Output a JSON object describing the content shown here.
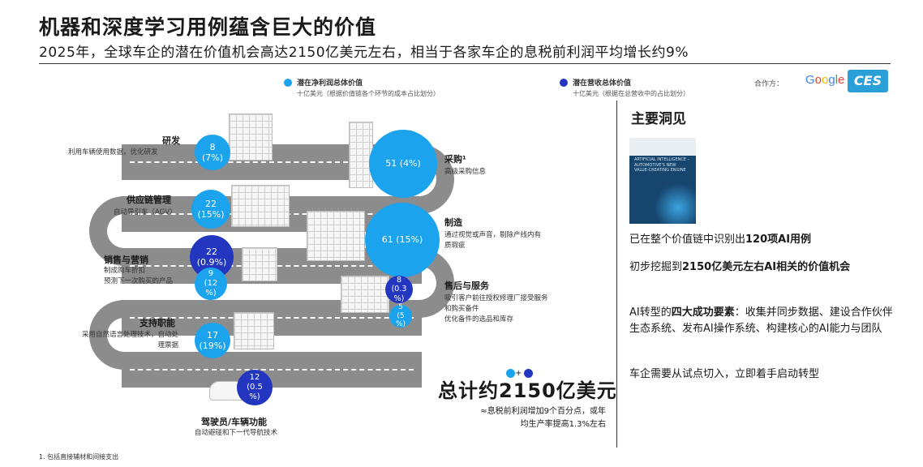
{
  "header": {
    "title": "机器和深度学习用例蕴含巨大的价值",
    "subtitle": "2025年，全球车企的潜在价值机会高达2150亿美元左右，相当于各家车企的息税前利润平均增长约9%"
  },
  "legend": {
    "potential_profit": {
      "title": "潜在净利润总体价值",
      "subtitle": "十亿美元（根据价值链各个环节的成本占比划分）",
      "color": "#1ba3ee"
    },
    "potential_revenue": {
      "title": "潜在营收总体价值",
      "subtitle": "十亿美元（根据在总营收中的占比划分）",
      "color": "#2236c0"
    },
    "partners_label": "合作方：",
    "partner_google": "Google",
    "partner_ces": "CES"
  },
  "segments": {
    "rnd": {
      "title": "研发",
      "desc": "利用车辆使用数据，优化研发",
      "profit_value": "8",
      "profit_pct": "(7%)"
    },
    "procurement": {
      "title": "采购¹",
      "desc": "高级采购信息",
      "profit_value": "51",
      "profit_pct": "(4%)"
    },
    "supply_chain": {
      "title": "供应链管理",
      "desc": "自动导引车（AGV）",
      "profit_value": "22",
      "profit_pct": "(15%)"
    },
    "manufacturing": {
      "title": "制造",
      "desc_1": "通过视觉或声音，剔除产线内有",
      "desc_2": "质瑕疵",
      "profit_value": "61",
      "profit_pct": "(15%)"
    },
    "sales": {
      "title": "销售与营销",
      "desc_1": "制成购车折扣",
      "desc_2": "预测下一次购买的产品",
      "revenue_value": "22",
      "revenue_pct": "(0.9%)",
      "profit_value": "9",
      "profit_pct_1": "(12",
      "profit_pct_2": "%)"
    },
    "after_sales": {
      "title": "售后与服务",
      "desc_1": "吸引客户前往授权修理厂接受服务",
      "desc_2": "和购买备件",
      "desc_3": "优化备件的选品和库存",
      "revenue_value": "8",
      "revenue_pct_1": "(0.3",
      "revenue_pct_2": "%)",
      "profit_value": "5",
      "profit_pct_1": "(5",
      "profit_pct_2": "%)"
    },
    "support": {
      "title": "支持职能",
      "desc_1": "采用自然语言处理技术，自动处",
      "desc_2": "理票据",
      "profit_value": "17",
      "profit_pct": "(19%)"
    },
    "driver": {
      "title": "驾驶员/车辆功能",
      "desc": "自动避碰和下一代导航技术",
      "revenue_value": "12",
      "revenue_pct_1": "(0.5",
      "revenue_pct_2": "%)"
    }
  },
  "total": {
    "dots_plus": "+",
    "headline": "总计约2150亿美元",
    "note_1": "≈息税前利润增加9个百分点，或年",
    "note_2": "均生产率提高1.3%左右"
  },
  "insights": {
    "title": "主要洞见",
    "report_text": "ARTIFICIAL INTELLIGENCE – AUTOMOTIVE'S NEW VALUE-CREATING ENGINE",
    "item_1_pre": "已在整个价值链中识别出",
    "item_1_bold": "120项AI用例",
    "item_2_pre": "初步挖掘到",
    "item_2_bold": "2150亿美元左右AI相关的价值机会",
    "item_3_pre": "AI转型的",
    "item_3_bold": "四大成功要素",
    "item_3_post": "：收集并同步数据、建设合作伙伴生态系统、发布AI操作系统、构建核心的AI能力与团队",
    "item_4": "车企需要从试点切入，立即着手启动转型"
  },
  "footnote": "1. 包括直接辅材和间接支出"
}
